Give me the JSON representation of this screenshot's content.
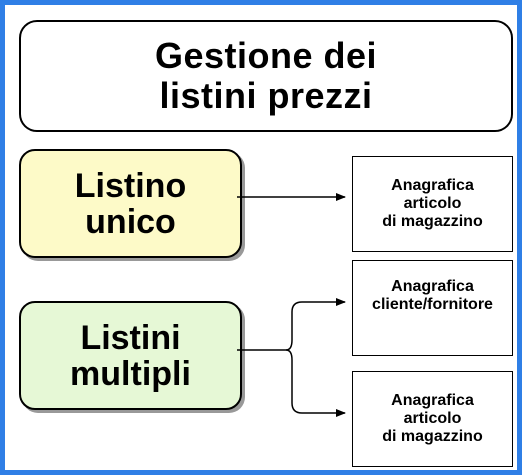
{
  "title": "Gestione dei\nlistini prezzi",
  "categories": {
    "single": "Listino\nunico",
    "multiple": "Listini\nmultipli"
  },
  "targets": {
    "single_article": "Anagrafica\narticolo\ndi magazzino",
    "customer_supplier": "Anagrafica\ncliente/fornitore",
    "multiple_article": "Anagrafica\narticolo\ndi magazzino"
  },
  "colors": {
    "frame": "#2f7fe6",
    "single_fill": "#fdfac8",
    "multiple_fill": "#e6f8d6"
  }
}
